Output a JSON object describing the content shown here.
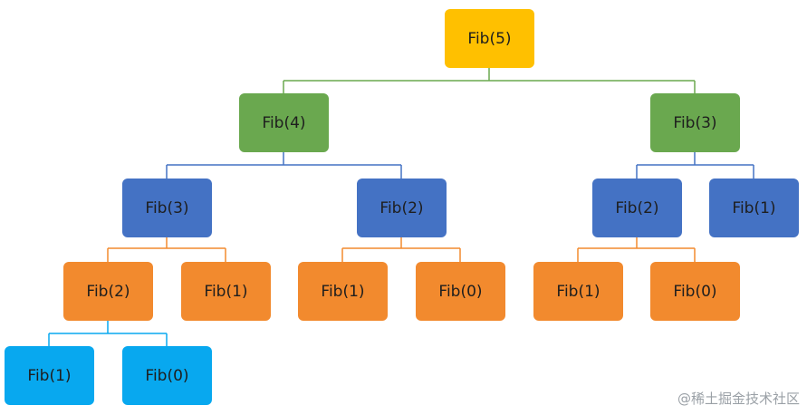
{
  "tree": {
    "root": "Fib(5)",
    "level1": [
      "Fib(4)",
      "Fib(3)"
    ],
    "level2": [
      "Fib(3)",
      "Fib(2)",
      "Fib(2)",
      "Fib(1)"
    ],
    "level3": [
      "Fib(2)",
      "Fib(1)",
      "Fib(1)",
      "Fib(0)",
      "Fib(1)",
      "Fib(0)"
    ],
    "level4": [
      "Fib(1)",
      "Fib(0)"
    ]
  },
  "watermark": "@稀土掘金技术社区",
  "colors": {
    "level0": "#ffc000",
    "level1": "#6aa84f",
    "level2": "#4472c4",
    "level3": "#f28a2e",
    "level4": "#08a8ef",
    "line_level1": "#6aa84f",
    "line_level2": "#4472c4",
    "line_level3": "#f28a2e",
    "line_level4": "#08a8ef"
  }
}
